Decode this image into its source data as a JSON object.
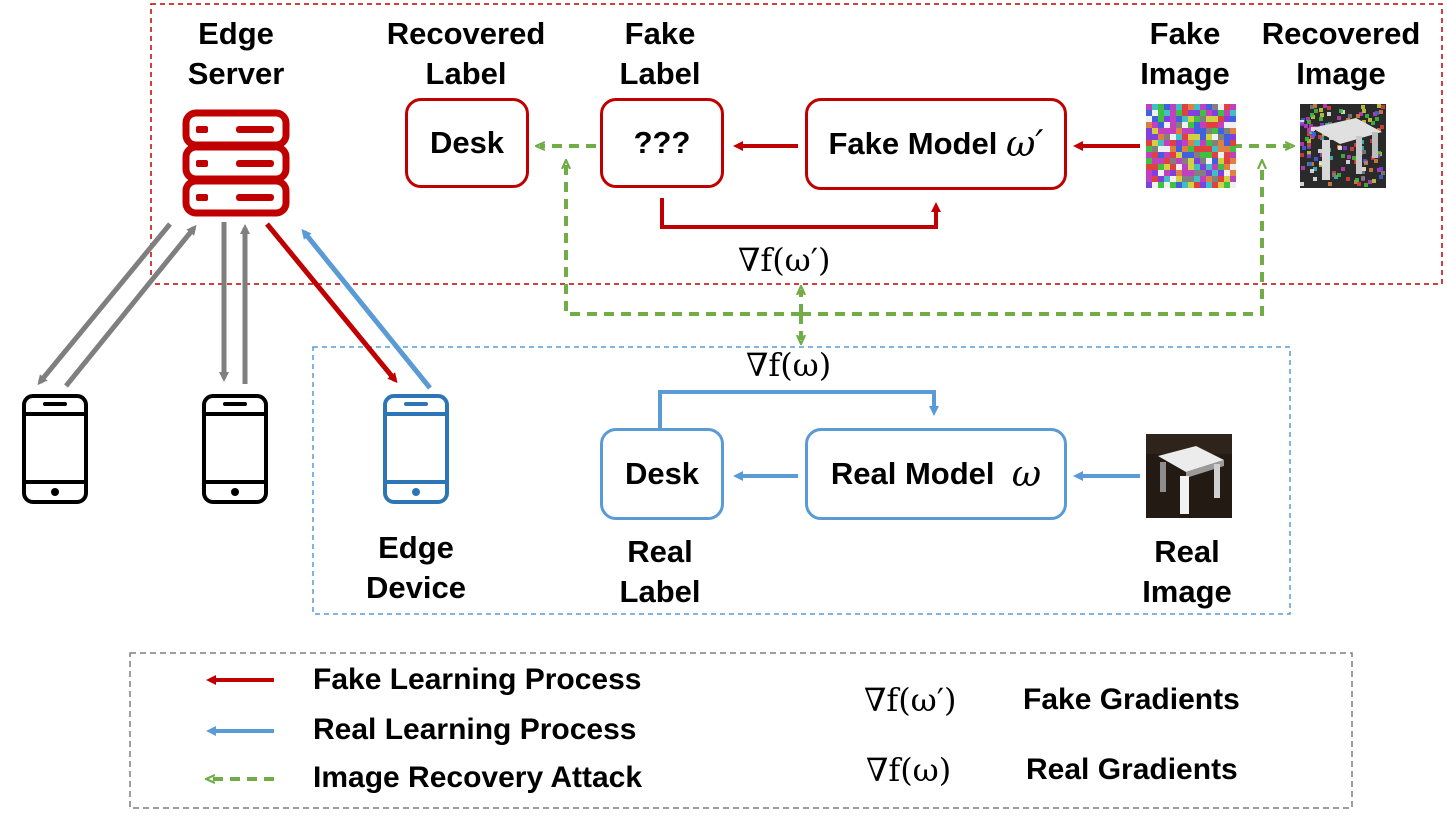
{
  "labels": {
    "edge_server": "Edge\nServer",
    "recovered_label": "Recovered\nLabel",
    "fake_label": "Fake\nLabel",
    "fake_image": "Fake\nImage",
    "recovered_image": "Recovered\nImage",
    "edge_device": "Edge\nDevice",
    "real_label": "Real\nLabel",
    "real_image": "Real\nImage"
  },
  "boxes": {
    "recovered_desk": "Desk",
    "fake_label_value": "???",
    "fake_model": "Fake Model",
    "fake_model_symbol": "ω′",
    "real_desk": "Desk",
    "real_model": "Real Model",
    "real_model_symbol": "ω"
  },
  "gradients": {
    "fake": "∇f(ω′)",
    "real": "∇f(ω)"
  },
  "legend": {
    "fake_process": "Fake Learning Process",
    "real_process": "Real Learning Process",
    "attack": "Image Recovery Attack",
    "fake_grad_symbol": "∇f(ω′)",
    "fake_grad_label": "Fake Gradients",
    "real_grad_symbol": "∇f(ω)",
    "real_grad_label": "Real Gradients"
  },
  "colors": {
    "fake": "#c00000",
    "real": "#5b9bd5",
    "attack": "#70ad47",
    "server_arrows": "#7f7f7f"
  }
}
